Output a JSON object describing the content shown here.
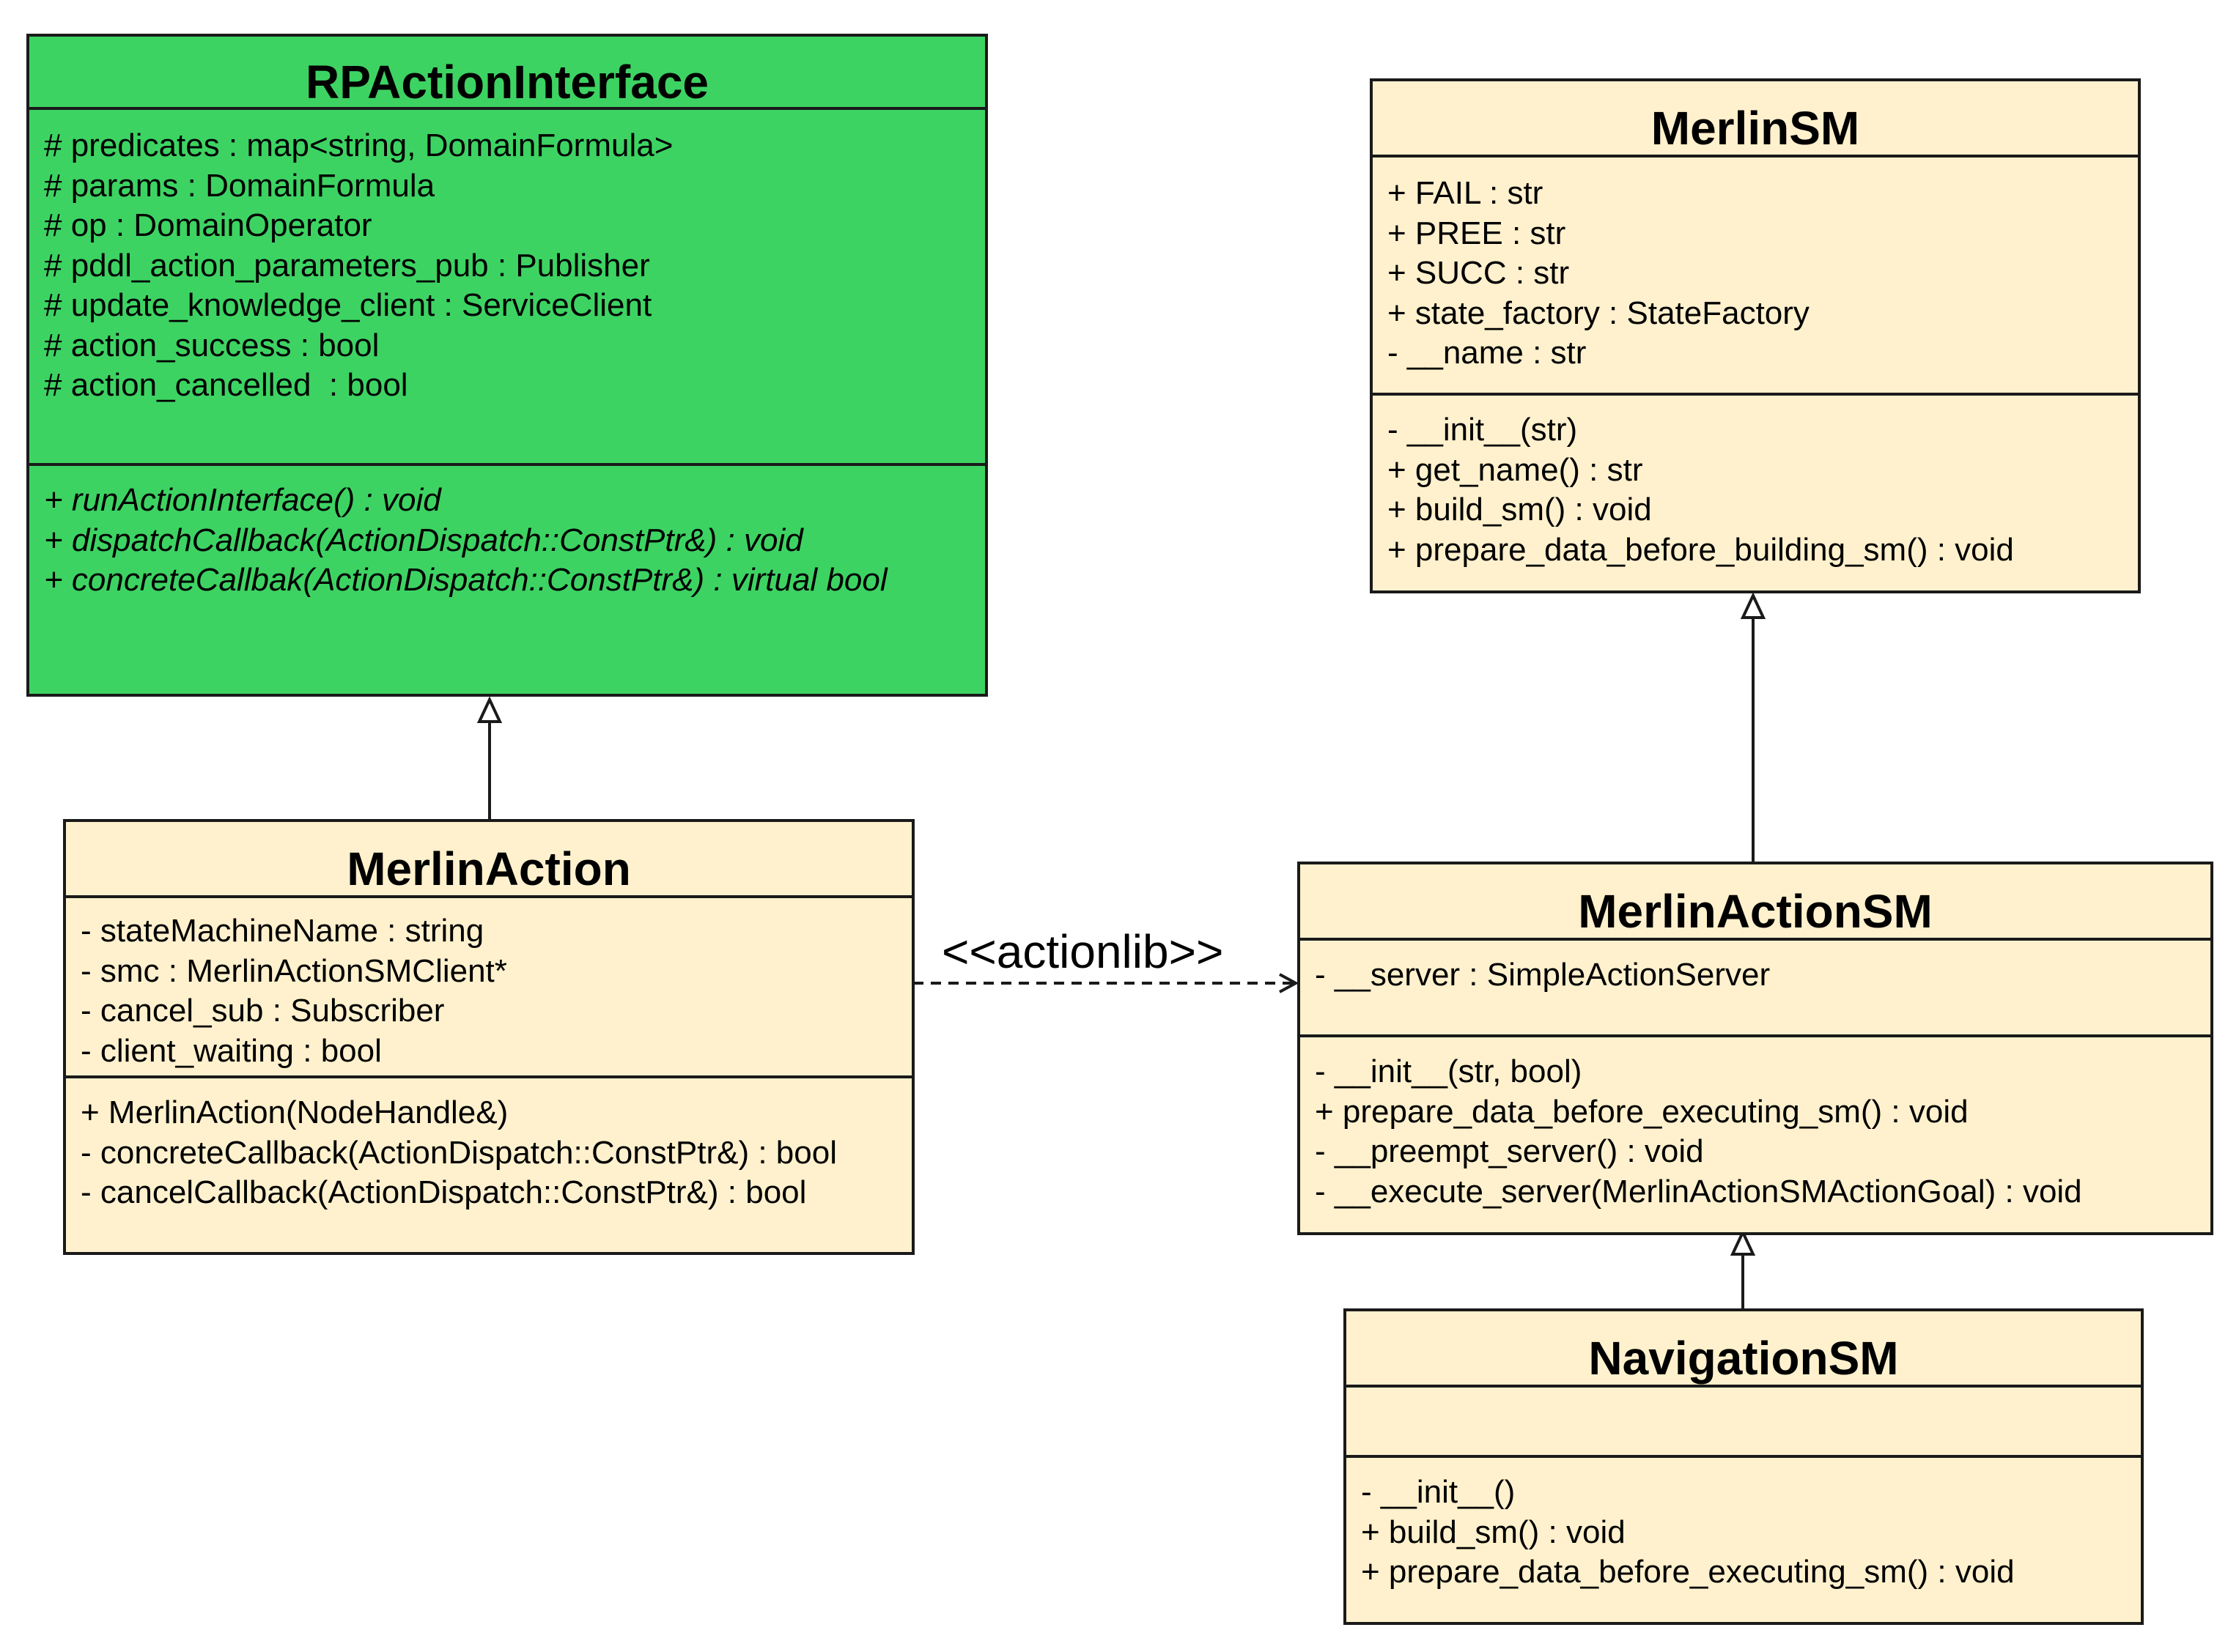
{
  "classes": {
    "rp_action_interface": {
      "name": "RPActionInterface",
      "attributes": [
        "# predicates : map<string, DomainFormula>",
        "# params : DomainFormula",
        "# op : DomainOperator",
        "# pddl_action_parameters_pub : Publisher",
        "# update_knowledge_client : ServiceClient",
        "# action_success : bool",
        "# action_cancelled  : bool"
      ],
      "methods": [
        "+ runActionInterface() : void",
        "+ dispatchCallback(ActionDispatch::ConstPtr&) : void",
        "+ concreteCallbak(ActionDispatch::ConstPtr&) : virtual bool"
      ]
    },
    "merlin_action": {
      "name": "MerlinAction",
      "attributes": [
        "- stateMachineName : string",
        "- smc : MerlinActionSMClient*",
        "- cancel_sub : Subscriber",
        "- client_waiting : bool"
      ],
      "methods": [
        "+ MerlinAction(NodeHandle&)",
        "- concreteCallback(ActionDispatch::ConstPtr&) : bool",
        "- cancelCallback(ActionDispatch::ConstPtr&) : bool"
      ]
    },
    "merlin_sm": {
      "name": "MerlinSM",
      "attributes": [
        "+ FAIL : str",
        "+ PREE : str",
        "+ SUCC : str",
        "+ state_factory : StateFactory",
        "- __name : str"
      ],
      "methods": [
        "- __init__(str)",
        "+ get_name() : str",
        "+ build_sm() : void",
        "+ prepare_data_before_building_sm() : void"
      ]
    },
    "merlin_action_sm": {
      "name": "MerlinActionSM",
      "attributes": [
        "- __server : SimpleActionServer"
      ],
      "methods": [
        "- __init__(str, bool)",
        "+ prepare_data_before_executing_sm() : void",
        "- __preempt_server() : void",
        "- __execute_server(MerlinActionSMActionGoal) : void"
      ]
    },
    "navigation_sm": {
      "name": "NavigationSM",
      "attributes": [],
      "methods": [
        "- __init__()",
        "+ build_sm() : void",
        "+ prepare_data_before_executing_sm() : void"
      ]
    }
  },
  "relations": {
    "actionlib_label": "<<actionlib>>"
  },
  "colors": {
    "abstract_fill": "#3dd363",
    "class_fill": "#fff1cd",
    "line": "#1a1a1a"
  }
}
